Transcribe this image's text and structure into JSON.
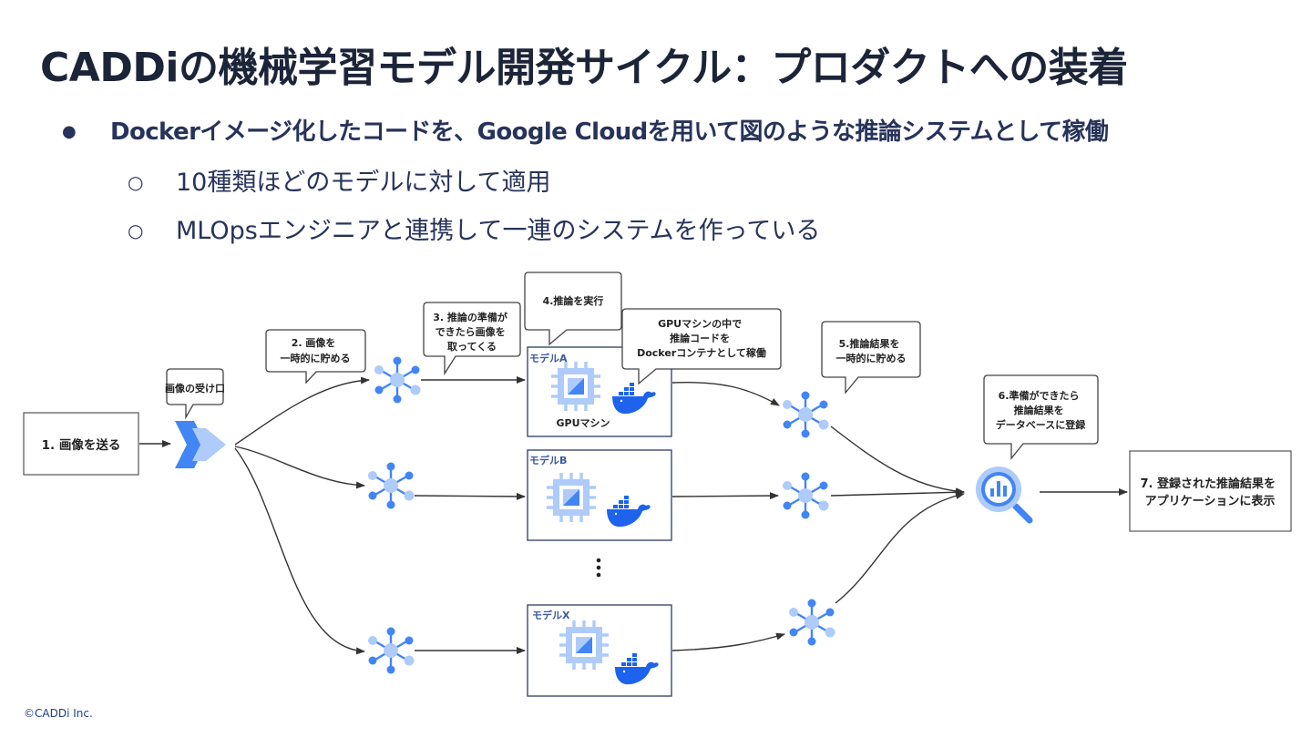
{
  "slide": {
    "title": "CADDiの機械学習モデル開発サイクル：プロダクトへの装着",
    "bullet_1": "Dockerイメージ化したコードを、Google Cloudを用いて図のような推論システムとして稼働",
    "sub_bullet_1": "10種類ほどのモデルに対して適用",
    "sub_bullet_2": "MLOpsエンジニアと連携して一連のシステムを作っている",
    "bullet_marker": "●",
    "sub_bullet_marker": "○"
  },
  "diagram": {
    "step1": "1. 画像を送る",
    "intake_callout": "画像の受け口",
    "step2": [
      "2. 画像を",
      "一時的に貯める"
    ],
    "step3": [
      "3. 推論の準備が",
      "できたら画像を",
      "取ってくる"
    ],
    "step4": "4.推論を実行",
    "gpu_note": [
      "GPUマシンの中で",
      "推論コードを",
      "Dockerコンテナとして稼働"
    ],
    "step5": [
      "5.推論結果を",
      "一時的に貯める"
    ],
    "step6": [
      "6.準備ができたら",
      "推論結果を",
      "データベースに登録"
    ],
    "step7": [
      "7. 登録された推論結果を",
      "アプリケーションに表示"
    ],
    "model_a": "モデルA",
    "model_b": "モデルB",
    "model_x": "モデルX",
    "gpu_label": "GPUマシン",
    "colors": {
      "blue_dark": "#4285f4",
      "blue_light": "#aecbfa",
      "docker": "#1d63ed",
      "line": "#333333",
      "box": "#3c4a6b"
    }
  },
  "footer": "©CADDi Inc."
}
